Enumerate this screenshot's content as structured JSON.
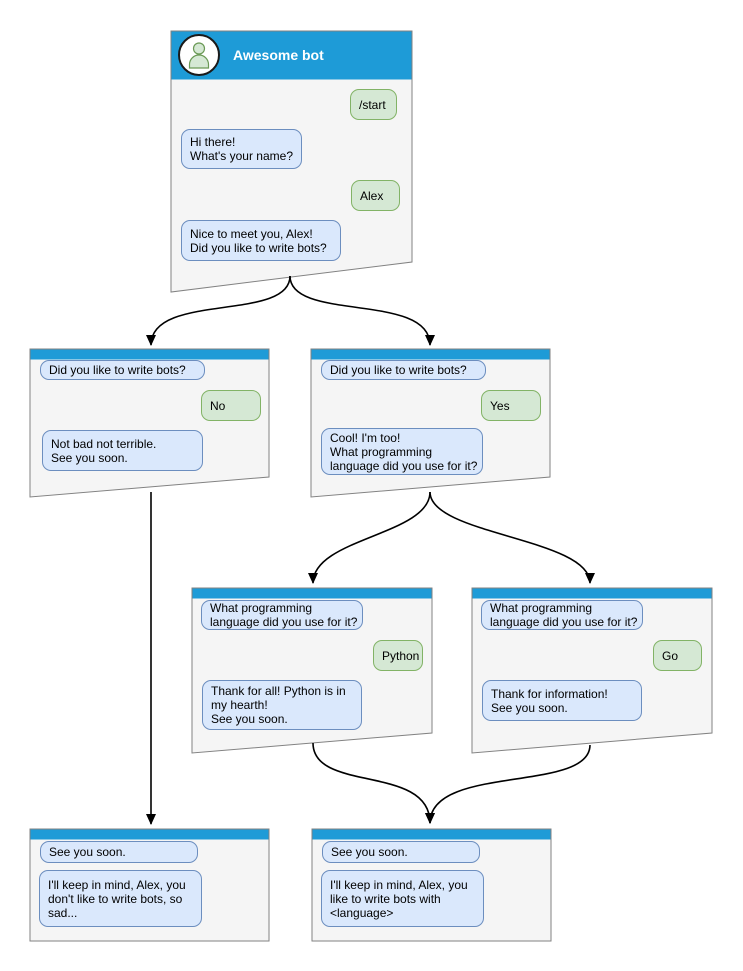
{
  "colors": {
    "header_blue": "#1E9BD7",
    "window_fill": "#F5F5F5",
    "window_border": "#828282",
    "bot_bubble_fill": "#DAE8FC",
    "bot_bubble_border": "#6C8EBF",
    "user_bubble_fill": "#D5E8D4",
    "user_bubble_border": "#82B366",
    "connector": "#000000",
    "avatar_person": "#D5E8D4"
  },
  "windows": [
    {
      "title": "Awesome bot",
      "avatar_icon": "person-icon",
      "messages": [
        {
          "from": "user",
          "text": "/start"
        },
        {
          "from": "bot",
          "text": "Hi there!\nWhat's your name?"
        },
        {
          "from": "user",
          "text": "Alex"
        },
        {
          "from": "bot",
          "text": "Nice to meet you, Alex!\nDid you like to write bots?"
        }
      ]
    },
    {
      "messages": [
        {
          "from": "bot",
          "text": "Did you like to write bots?"
        },
        {
          "from": "user",
          "text": "No"
        },
        {
          "from": "bot",
          "text": "Not bad not terrible.\nSee you soon."
        }
      ]
    },
    {
      "messages": [
        {
          "from": "bot",
          "text": "Did you like to write bots?"
        },
        {
          "from": "user",
          "text": "Yes"
        },
        {
          "from": "bot",
          "text": "Cool! I'm too!\nWhat programming\nlanguage did you use for it?"
        }
      ]
    },
    {
      "messages": [
        {
          "from": "bot",
          "text": "What programming\nlanguage did you use for it?"
        },
        {
          "from": "user",
          "text": "Python"
        },
        {
          "from": "bot",
          "text": "Thank for all! Python is in\nmy hearth!\nSee you soon."
        }
      ]
    },
    {
      "messages": [
        {
          "from": "bot",
          "text": "What programming\nlanguage did you use for it?"
        },
        {
          "from": "user",
          "text": "Go"
        },
        {
          "from": "bot",
          "text": "Thank for information!\nSee you soon."
        }
      ]
    },
    {
      "messages": [
        {
          "from": "bot",
          "text": "See you soon."
        },
        {
          "from": "bot",
          "text": "I'll keep in mind, Alex, you\ndon't like to write bots, so\nsad..."
        }
      ]
    },
    {
      "messages": [
        {
          "from": "bot",
          "text": "See you soon."
        },
        {
          "from": "bot",
          "text": "I'll keep in mind, Alex, you\nlike to write bots with\n<language>"
        }
      ]
    }
  ]
}
